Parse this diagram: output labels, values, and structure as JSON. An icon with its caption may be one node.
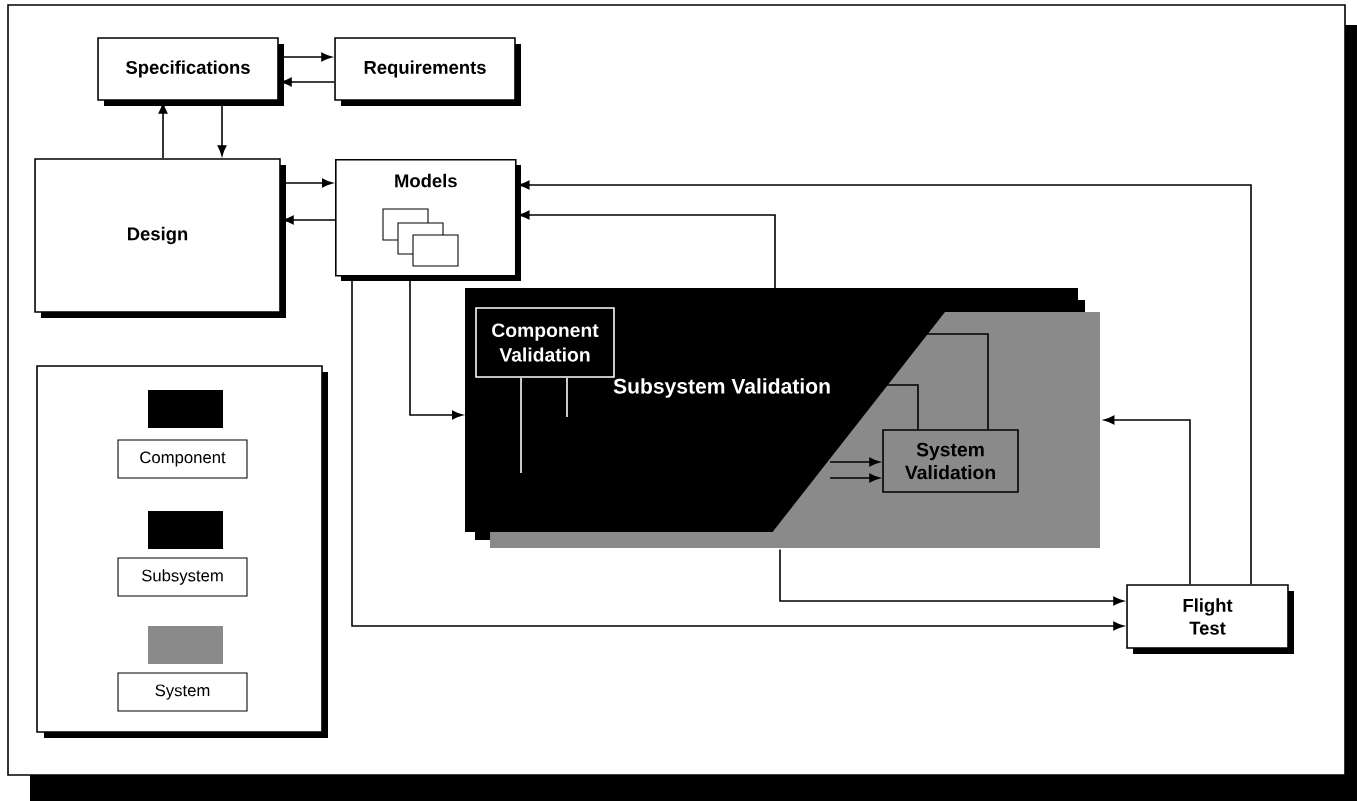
{
  "diagram": {
    "nodes": [
      {
        "text": [
          "Specifications"
        ]
      },
      {
        "text": [
          "Requirements"
        ]
      },
      {
        "text": [
          "Design"
        ]
      },
      {
        "text": [
          "Models"
        ]
      },
      {
        "text": [
          "Subsystem Validation"
        ]
      },
      {
        "text": [
          "Component Validation"
        ],
        "in": 4
      },
      {
        "text": [
          "System Validation"
        ],
        "in": 4
      },
      {
        "text": [
          "Flight Test"
        ]
      }
    ],
    "edges": [
      {
        "from": 0,
        "to": 1,
        "arrow": "to"
      },
      {
        "from": 1,
        "to": 0,
        "arrow": "to"
      },
      {
        "from": 2,
        "to": 0,
        "arrow": "to"
      },
      {
        "from": 0,
        "to": 2,
        "arrow": "to"
      },
      {
        "from": 2,
        "to": 3,
        "arrow": "to"
      },
      {
        "from": 3,
        "to": 2,
        "arrow": "to"
      },
      {
        "from": 3,
        "to": 4,
        "arrow": "to"
      },
      {
        "from": 3,
        "to": 7,
        "arrow": "to"
      },
      {
        "from": 4,
        "to": 3,
        "arrow": "to"
      },
      {
        "from": 7,
        "to": 3,
        "arrow": "to"
      },
      {
        "from": 7,
        "to": 4,
        "arrow": "to"
      },
      {
        "from": 4,
        "to": 7,
        "arrow": "to"
      },
      {
        "from": 5,
        "to": null,
        "arrow": "none",
        "color": "#ffffff"
      },
      {
        "from": 5,
        "to": null,
        "arrow": "none",
        "color": "#ffffff"
      },
      {
        "from": null,
        "to": 6,
        "arrow": "to"
      },
      {
        "from": null,
        "to": 6,
        "arrow": "to"
      },
      {
        "from": 6,
        "to": null,
        "arrow": "none"
      },
      {
        "from": 6,
        "to": null,
        "arrow": "none"
      }
    ],
    "legend": [
      {
        "text": "Component",
        "color": "#000000"
      },
      {
        "text": "Subsystem",
        "color": "#000000"
      },
      {
        "text": "System",
        "color": "#8a8a8a"
      }
    ]
  }
}
